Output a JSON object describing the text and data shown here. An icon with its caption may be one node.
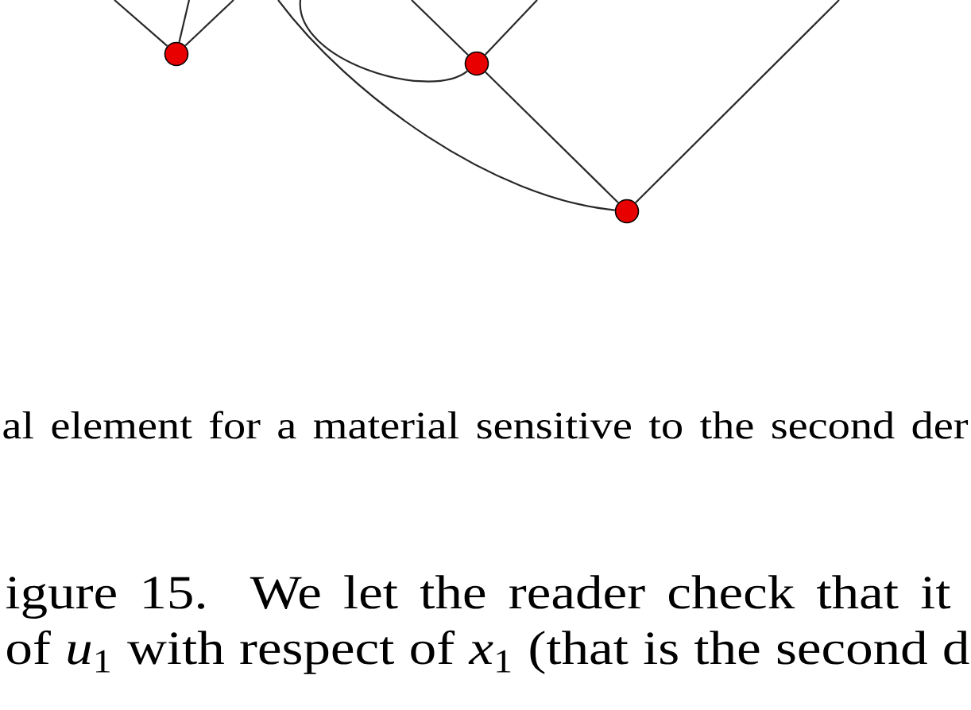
{
  "diagram": {
    "caption": "al element for a material sensitive to the second der",
    "nodes": [
      {
        "text": [],
        "shape": "circle"
      },
      {
        "text": [],
        "shape": "circle"
      },
      {
        "text": [],
        "shape": "circle"
      }
    ],
    "edges": [
      {
        "from": null,
        "to": 0,
        "arrow": "none"
      },
      {
        "from": null,
        "to": 0,
        "arrow": "none"
      },
      {
        "from": null,
        "to": 0,
        "arrow": "none"
      },
      {
        "from": null,
        "to": 1,
        "arrow": "none"
      },
      {
        "from": null,
        "to": 1,
        "arrow": "none"
      },
      {
        "from": null,
        "to": 1,
        "arrow": "none"
      },
      {
        "from": 1,
        "to": 2,
        "arrow": "none"
      },
      {
        "from": null,
        "to": 2,
        "arrow": "none"
      },
      {
        "from": null,
        "to": 2,
        "arrow": "none"
      }
    ],
    "labels": [
      "igure 15. We let the reader check that it",
      "of *u*$_{1}$ with respect of *x*$_{1}$ (that is the second d"
    ]
  }
}
